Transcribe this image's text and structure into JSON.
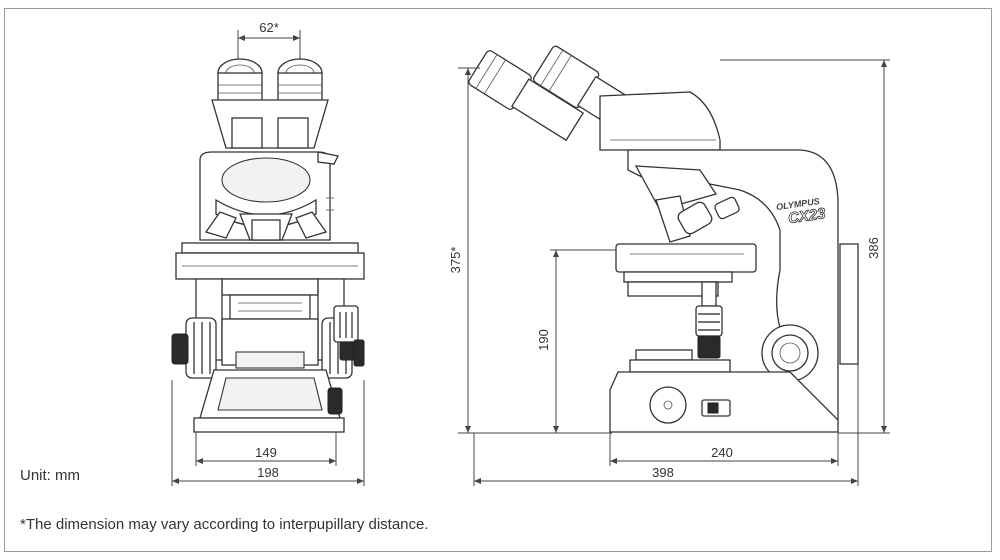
{
  "figure": {
    "front_view": {
      "dimensions": {
        "interpupillary": "62*",
        "base_inner_width": "149",
        "base_outer_width": "198"
      }
    },
    "side_view": {
      "dimensions": {
        "overall_height": "375*",
        "stage_height": "190",
        "arm_height": "386",
        "base_depth": "240",
        "overall_depth": "398"
      },
      "brand_label": "OLYMPUS",
      "model_label": "CX23"
    }
  },
  "unit_label": "Unit: mm",
  "footnote": "*The dimension may vary according to interpupillary distance."
}
